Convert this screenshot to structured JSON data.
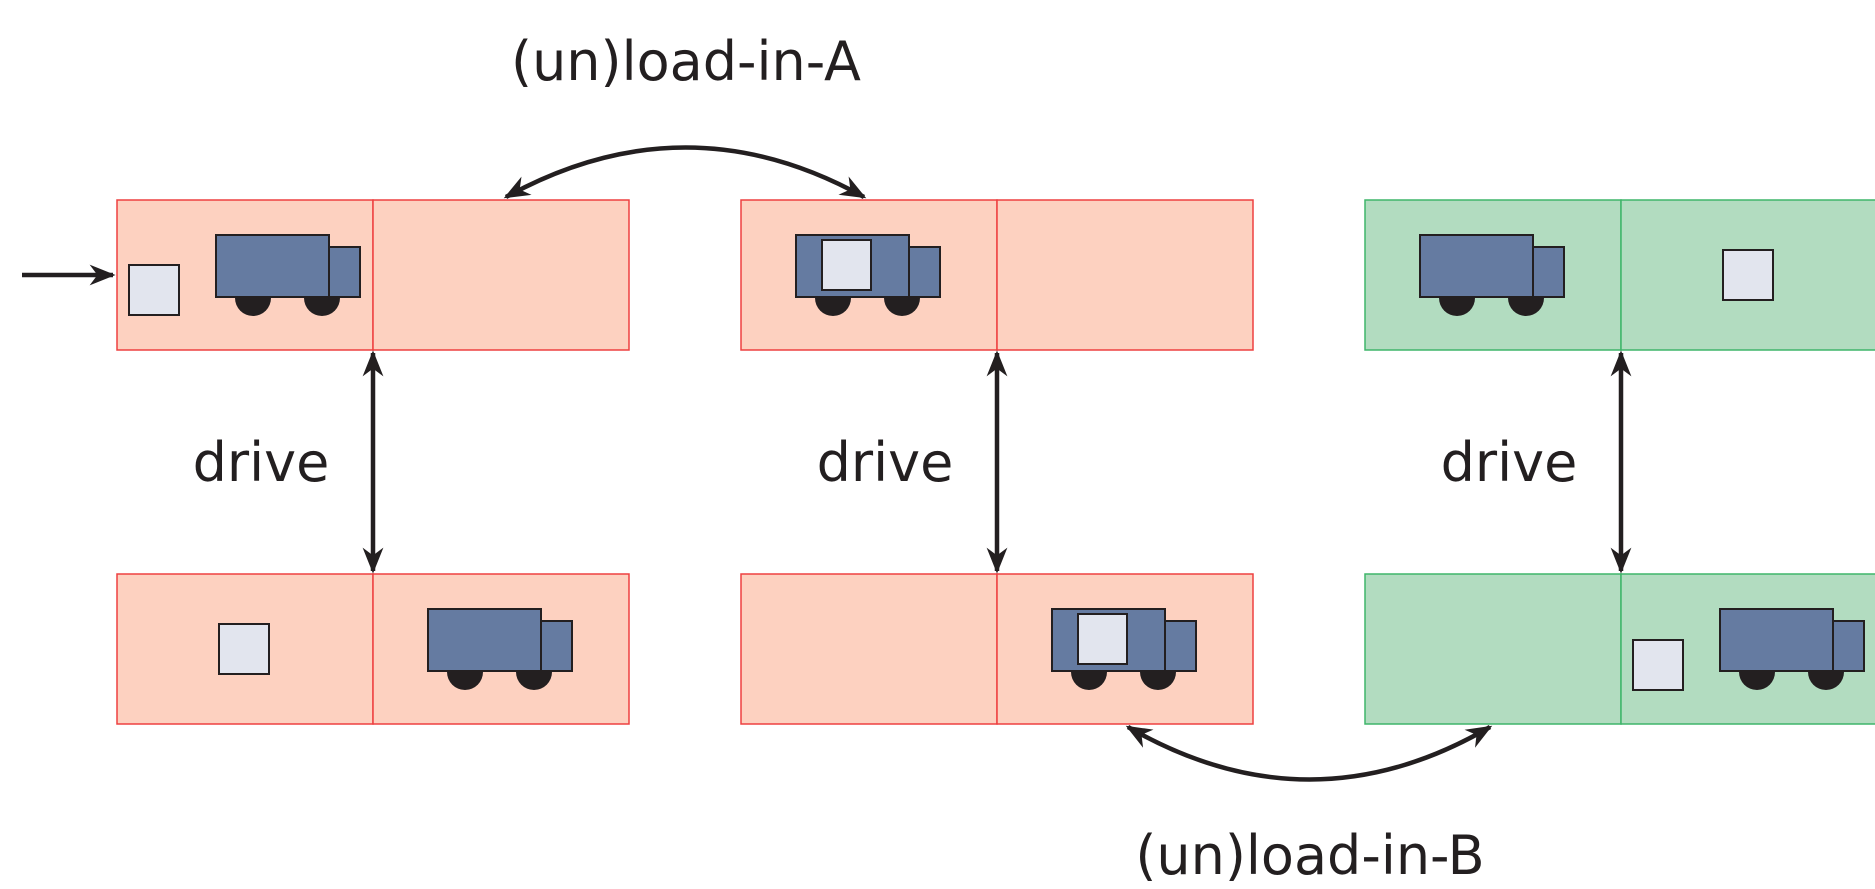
{
  "labels": {
    "top_action": "(un)load-in-A",
    "bottom_action": "(un)load-in-B",
    "drive_1": "drive",
    "drive_2": "drive",
    "drive_3": "drive"
  },
  "colors": {
    "state_fill": "#fdd1c0",
    "state_border": "#ee4040",
    "goal_fill": "#b2dcc0",
    "goal_border": "#3fb56a",
    "truck_fill": "#657ba1",
    "package_fill": "#e2e5ee",
    "outline": "#231f20"
  },
  "states": [
    {
      "id": "s1",
      "kind": "initial",
      "truck_location": "A",
      "package_location": "A"
    },
    {
      "id": "s2",
      "kind": "normal",
      "truck_location": "A",
      "package_location": "in-truck"
    },
    {
      "id": "s3",
      "kind": "goal",
      "truck_location": "A",
      "package_location": "B"
    },
    {
      "id": "s4",
      "kind": "normal",
      "truck_location": "B",
      "package_location": "A"
    },
    {
      "id": "s5",
      "kind": "normal",
      "truck_location": "B",
      "package_location": "in-truck"
    },
    {
      "id": "s6",
      "kind": "goal",
      "truck_location": "B",
      "package_location": "B"
    }
  ]
}
